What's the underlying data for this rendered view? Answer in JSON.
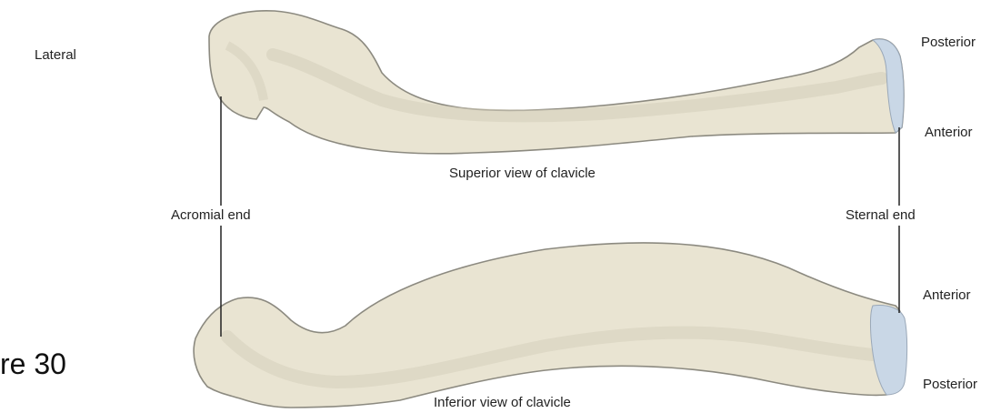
{
  "labels": {
    "lateral": "Lateral",
    "posterior_top": "Posterior",
    "anterior_top": "Anterior",
    "acromial_end": "Acromial end",
    "sternal_end": "Sternal end",
    "anterior_bottom": "Anterior",
    "posterior_bottom": "Posterior"
  },
  "captions": {
    "superior": "Superior view of clavicle",
    "inferior": "Inferior view of clavicle"
  },
  "slide_text": "re 30",
  "colors": {
    "bone_fill": "#e9e4d2",
    "bone_shadow": "#d4ceb9",
    "bone_outline": "#8c8a80",
    "cartilage": "#c9d7e6",
    "leader_line": "#222222"
  }
}
